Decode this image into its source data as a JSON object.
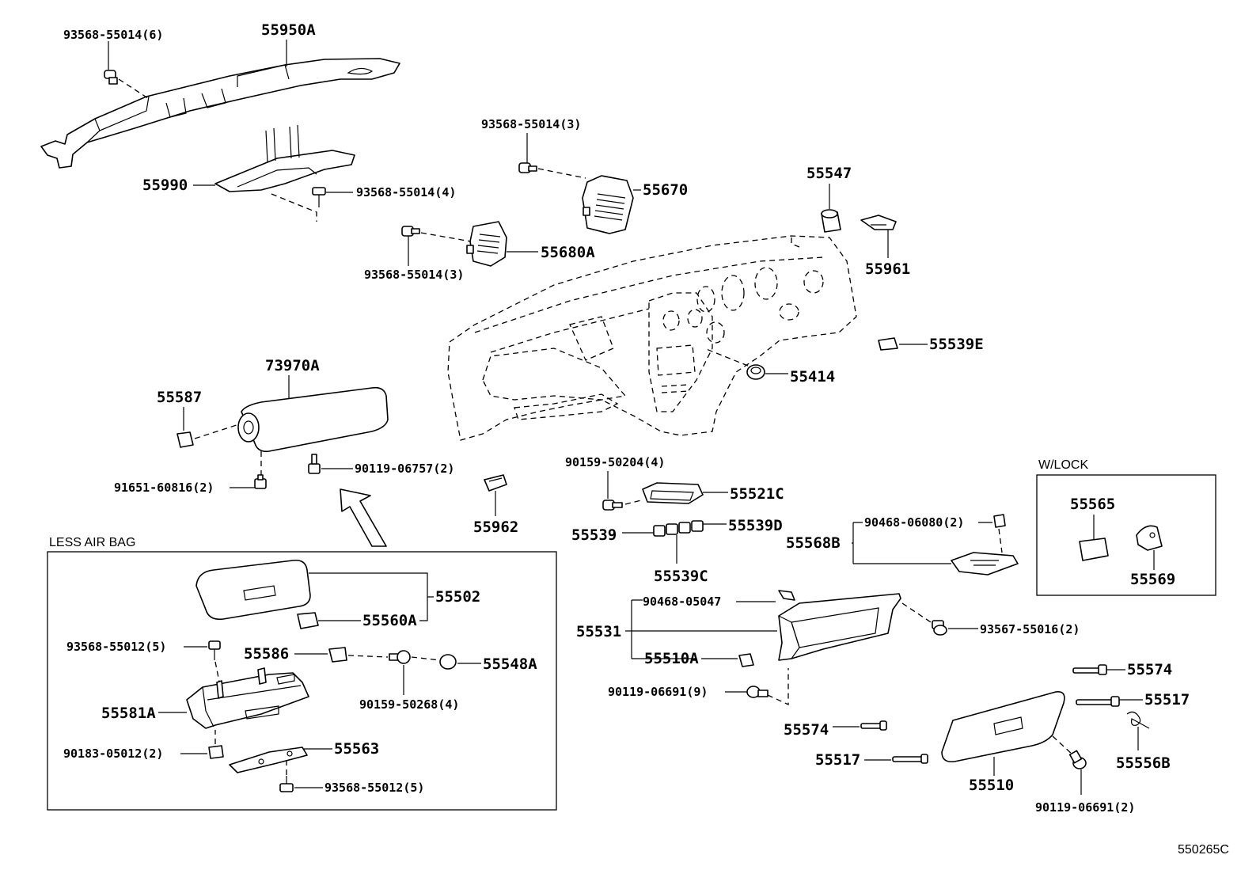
{
  "diagram_id": "550265C",
  "section_labels": {
    "less_air_bag": "LESS AIR BAG",
    "w_lock": "W/LOCK"
  },
  "parts": {
    "p55950A": "55950A",
    "s9356855014_6": "93568-55014(6)",
    "p55990": "55990",
    "s9356855014_4": "93568-55014(4)",
    "s9356855014_3a": "93568-55014(3)",
    "p55670": "55670",
    "p55680A": "55680A",
    "s9356855014_3b": "93568-55014(3)",
    "p55547": "55547",
    "p55961": "55961",
    "p55539E": "55539E",
    "p55414": "55414",
    "p73970A": "73970A",
    "p55587": "55587",
    "s9165160816_2": "91651-60816(2)",
    "s9011906757_2": "90119-06757(2)",
    "p55962": "55962",
    "s9015950204_4": "90159-50204(4)",
    "p55521C": "55521C",
    "p55539": "55539",
    "p55539D": "55539D",
    "p55539C": "55539C",
    "p55568B": "55568B",
    "s9046806080_2": "90468-06080(2)",
    "p55565": "55565",
    "p55569": "55569",
    "p55502": "55502",
    "p55560A": "55560A",
    "s9356855012_5a": "93568-55012(5)",
    "p55586": "55586",
    "p55548A": "55548A",
    "s9015950268_4": "90159-50268(4)",
    "p55581A": "55581A",
    "s9018305012_2": "90183-05012(2)",
    "p55563": "55563",
    "s9356855012_5b": "93568-55012(5)",
    "p55531": "55531",
    "s9046805047": "90468-05047",
    "p55510A": "55510A",
    "s9356755016_2": "93567-55016(2)",
    "s9011906691_9": "90119-06691(9)",
    "p55574a": "55574",
    "p55517a": "55517",
    "p55574b": "55574",
    "p55517b": "55517",
    "p55556B": "55556B",
    "p55510": "55510",
    "s9011906691_2": "90119-06691(2)"
  }
}
